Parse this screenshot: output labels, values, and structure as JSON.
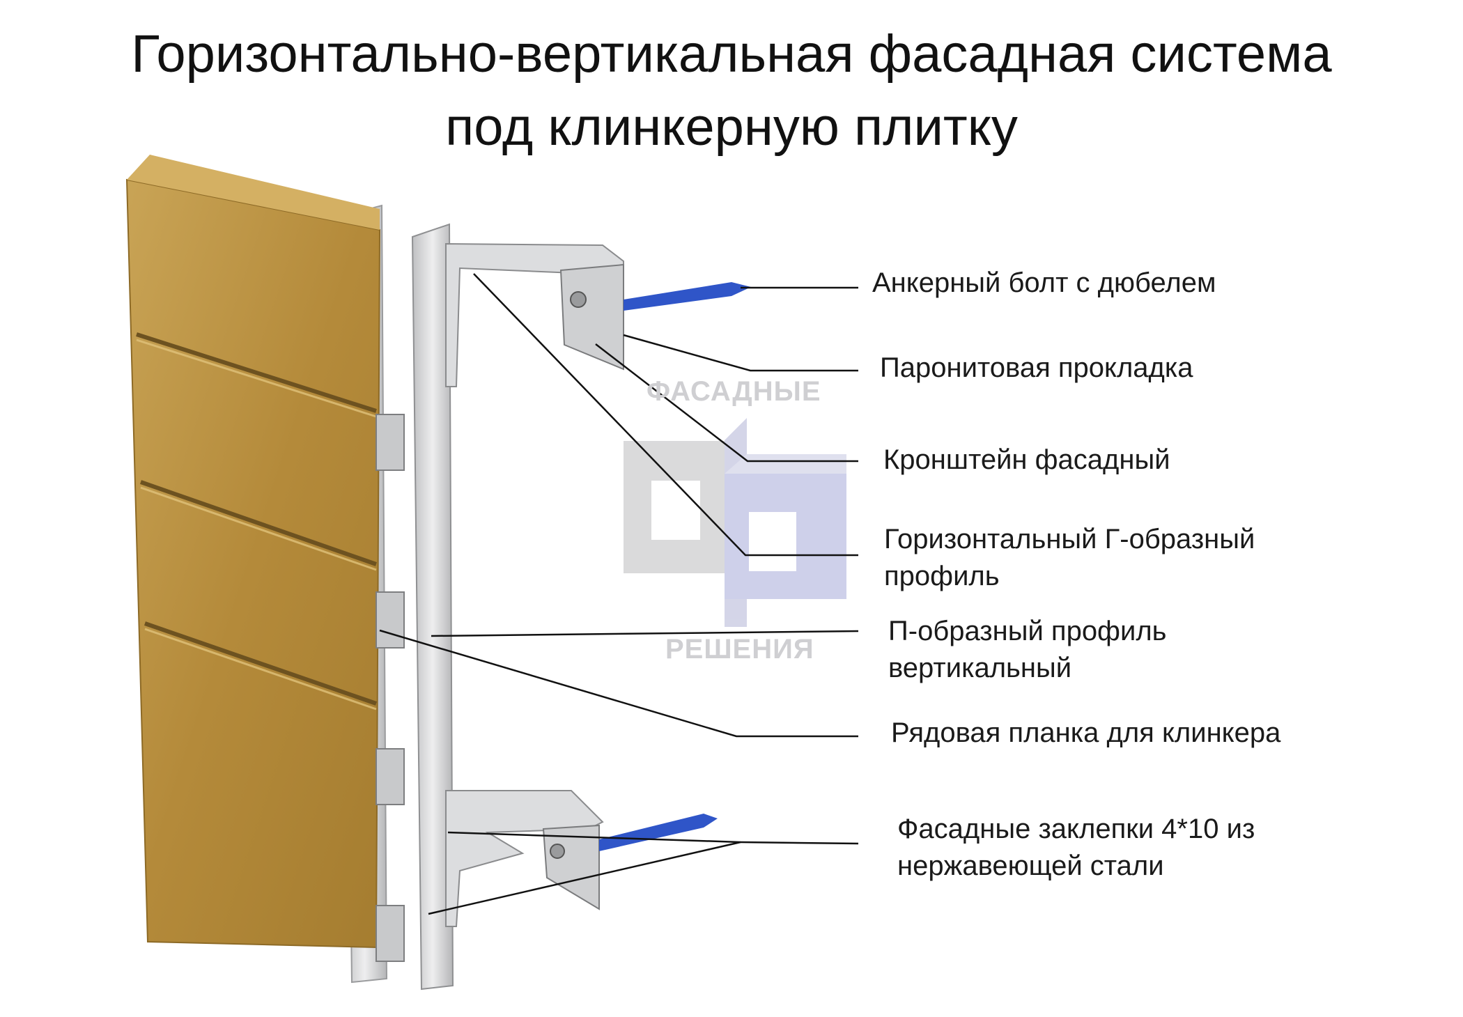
{
  "title": {
    "line1": "Горизонтально-вертикальная фасадная система",
    "line2": "под клинкерную плитку"
  },
  "labels": [
    {
      "id": "anchor-bolt",
      "lines": [
        "Анкерный болт с дюбелем"
      ]
    },
    {
      "id": "paronite-gasket",
      "lines": [
        "Паронитовая прокладка"
      ]
    },
    {
      "id": "facade-bracket",
      "lines": [
        "Кронштейн фасадный"
      ]
    },
    {
      "id": "horizontal-l-profile",
      "lines": [
        "Горизонтальный Г-образный",
        "профиль"
      ]
    },
    {
      "id": "vertical-p-profile",
      "lines": [
        "П-образный профиль",
        "вертикальный"
      ]
    },
    {
      "id": "clinker-row-strip",
      "lines": [
        "Рядовая планка для клинкера"
      ]
    },
    {
      "id": "facade-rivets",
      "lines": [
        "Фасадные заклепки 4*10 из",
        "нержавеющей стали"
      ]
    }
  ],
  "watermark": {
    "top": "ФАСАДНЫЕ",
    "bottom": "РЕШЕНИЯ"
  },
  "colors": {
    "clinker": "#b8913f",
    "metal": "#d9dadb",
    "dowel": "#2f55c8",
    "leader": "#111111",
    "watermark_gray": "#d3d3d5",
    "watermark_blue": "#c9cbe8"
  }
}
